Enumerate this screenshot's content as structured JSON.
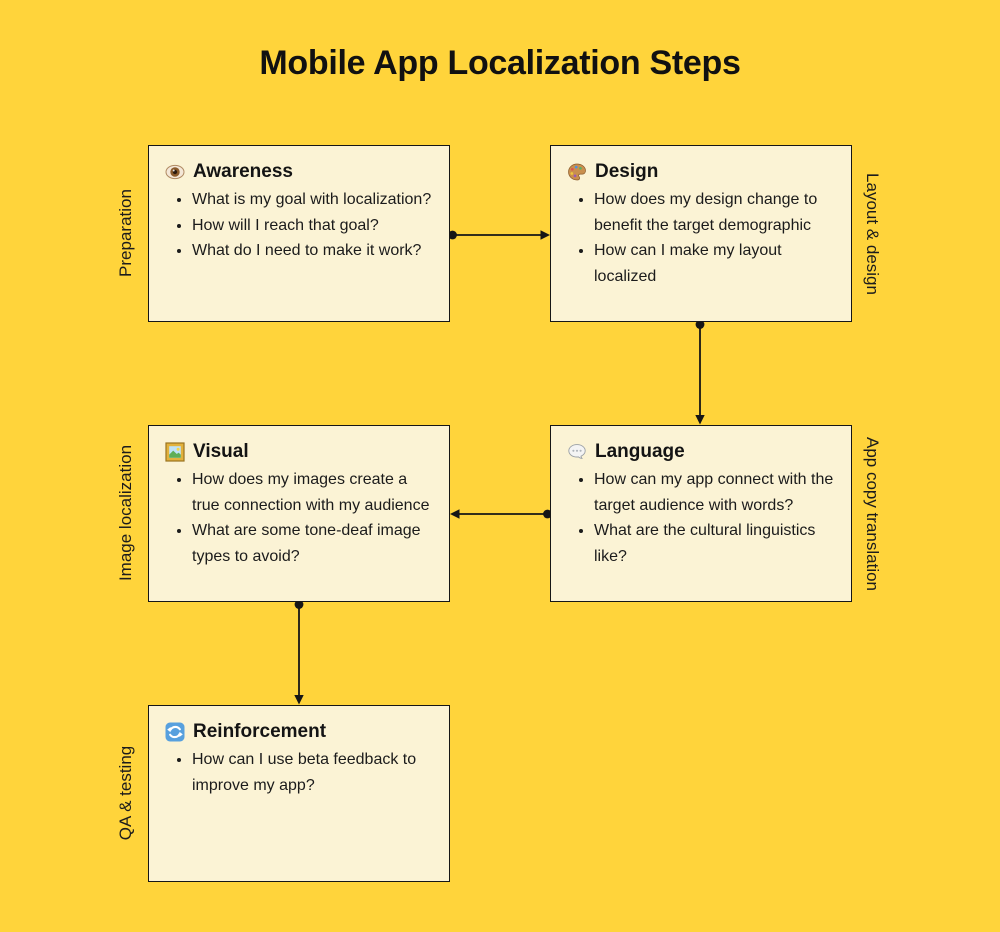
{
  "title": "Mobile App Localization Steps",
  "colors": {
    "background": "#FFD43B",
    "box_fill": "#FBF3D5",
    "box_border": "#161616",
    "text": "#1B1B1B",
    "arrow": "#161616"
  },
  "boxes": [
    {
      "id": "awareness",
      "icon": "eye-icon",
      "title": "Awareness",
      "side_label": "Preparation",
      "side": "left",
      "bullets": [
        "What is my goal with localization?",
        "How will I reach that goal?",
        "What do I need to make it work?"
      ]
    },
    {
      "id": "design",
      "icon": "palette-icon",
      "title": "Design",
      "side_label": "Layout & design",
      "side": "right",
      "bullets": [
        "How does my design change to benefit the target demographic",
        "How can I make my layout localized"
      ]
    },
    {
      "id": "visual",
      "icon": "framed-picture-icon",
      "title": "Visual",
      "side_label": "Image localization",
      "side": "left",
      "bullets": [
        "How does my images create a true connection with my audience",
        "What are some tone-deaf image types to avoid?"
      ]
    },
    {
      "id": "language",
      "icon": "speech-balloon-icon",
      "title": "Language",
      "side_label": "App copy translation",
      "side": "right",
      "bullets": [
        "How can my app connect with the target audience with words?",
        "What are the cultural linguistics like?"
      ]
    },
    {
      "id": "reinforcement",
      "icon": "counterclockwise-arrows-icon",
      "title": "Reinforcement",
      "side_label": "QA & testing",
      "side": "left",
      "bullets": [
        "How can I use beta feedback to improve my app?"
      ]
    }
  ],
  "connections": [
    {
      "from": "Awareness",
      "to": "Design",
      "direction": "right"
    },
    {
      "from": "Design",
      "to": "Language",
      "direction": "down"
    },
    {
      "from": "Language",
      "to": "Visual",
      "direction": "left"
    },
    {
      "from": "Visual",
      "to": "Reinforcement",
      "direction": "down"
    }
  ]
}
